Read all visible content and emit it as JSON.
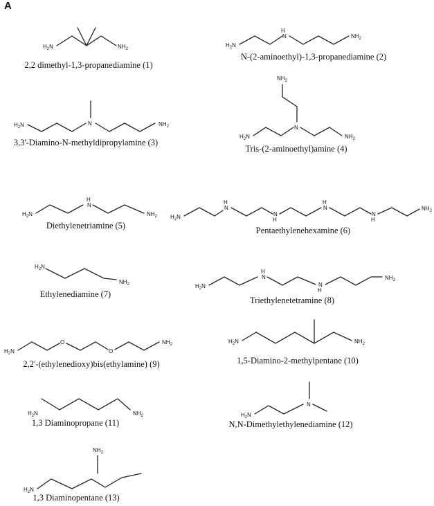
{
  "panel_label": "A",
  "atoms": {
    "nh2": "NH",
    "h2n": "H",
    "sub2": "2",
    "n": "N",
    "h": "H",
    "o": "O"
  },
  "molecules": [
    {
      "id": "m1",
      "caption": "2,2 dimethyl-1,3-propanediamine (1)"
    },
    {
      "id": "m2",
      "caption": "N-(2-aminoethyl)-1,3-propanediamine (2)"
    },
    {
      "id": "m3",
      "caption": "3,3'-Diamino-N-methyldipropylamine (3)"
    },
    {
      "id": "m4",
      "caption": "Tris-(2-aminoethyl)amine (4)"
    },
    {
      "id": "m5",
      "caption": "Diethylenetriamine (5)"
    },
    {
      "id": "m6",
      "caption": "Pentaethylenehexamine (6)"
    },
    {
      "id": "m7",
      "caption": "Ethylenediamine (7)"
    },
    {
      "id": "m8",
      "caption": "Triethylenetetramine (8)"
    },
    {
      "id": "m9",
      "caption": "2,2'-(ethylenedioxy)bis(ethylamine) (9)"
    },
    {
      "id": "m10",
      "caption": "1,5-Diamino-2-methylpentane (10)"
    },
    {
      "id": "m11",
      "caption": "1,3 Diaminopropane (11)"
    },
    {
      "id": "m12",
      "caption": "N,N-Dimethylethylenediamine (12)"
    },
    {
      "id": "m13",
      "caption": "1,3 Diaminopentane (13)"
    }
  ]
}
